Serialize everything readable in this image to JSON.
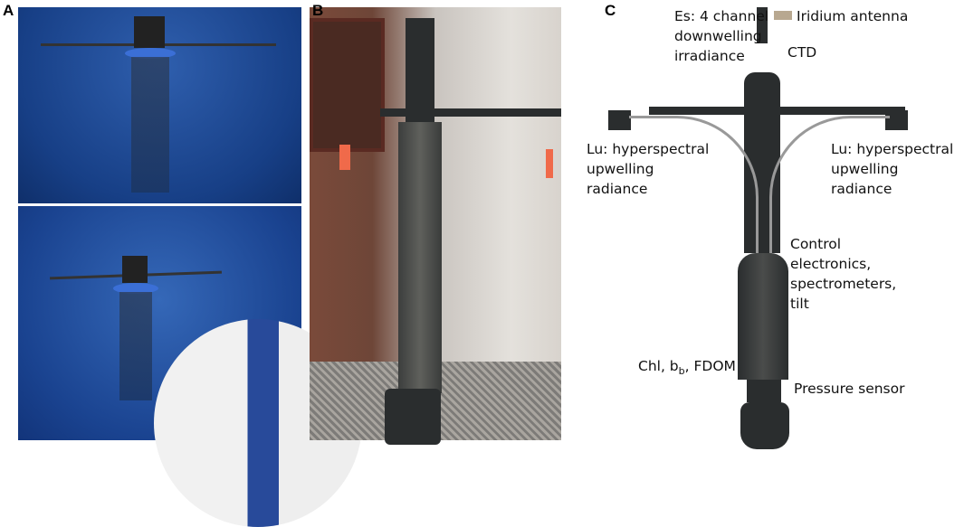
{
  "panels": {
    "a": {
      "label": "A"
    },
    "b": {
      "label": "B"
    },
    "c": {
      "label": "C",
      "annotations": {
        "es": [
          "Es: 4 channel",
          "downwelling",
          "irradiance"
        ],
        "iridium": "Iridium antenna",
        "ctd": "CTD",
        "lu_left": [
          "Lu: hyperspectral",
          "upwelling",
          "radiance"
        ],
        "lu_right": [
          "Lu: hyperspectral",
          "upwelling",
          "radiance"
        ],
        "control": [
          "Control",
          "electronics,",
          "spectrometers,",
          "tilt"
        ],
        "chl_prefix": "Chl, b",
        "chl_sub": "b",
        "chl_suffix": ", FDOM",
        "pressure": "Pressure sensor"
      }
    }
  },
  "colors": {
    "sea": "#1a4390",
    "buoy_body": "#2a2d2e"
  }
}
